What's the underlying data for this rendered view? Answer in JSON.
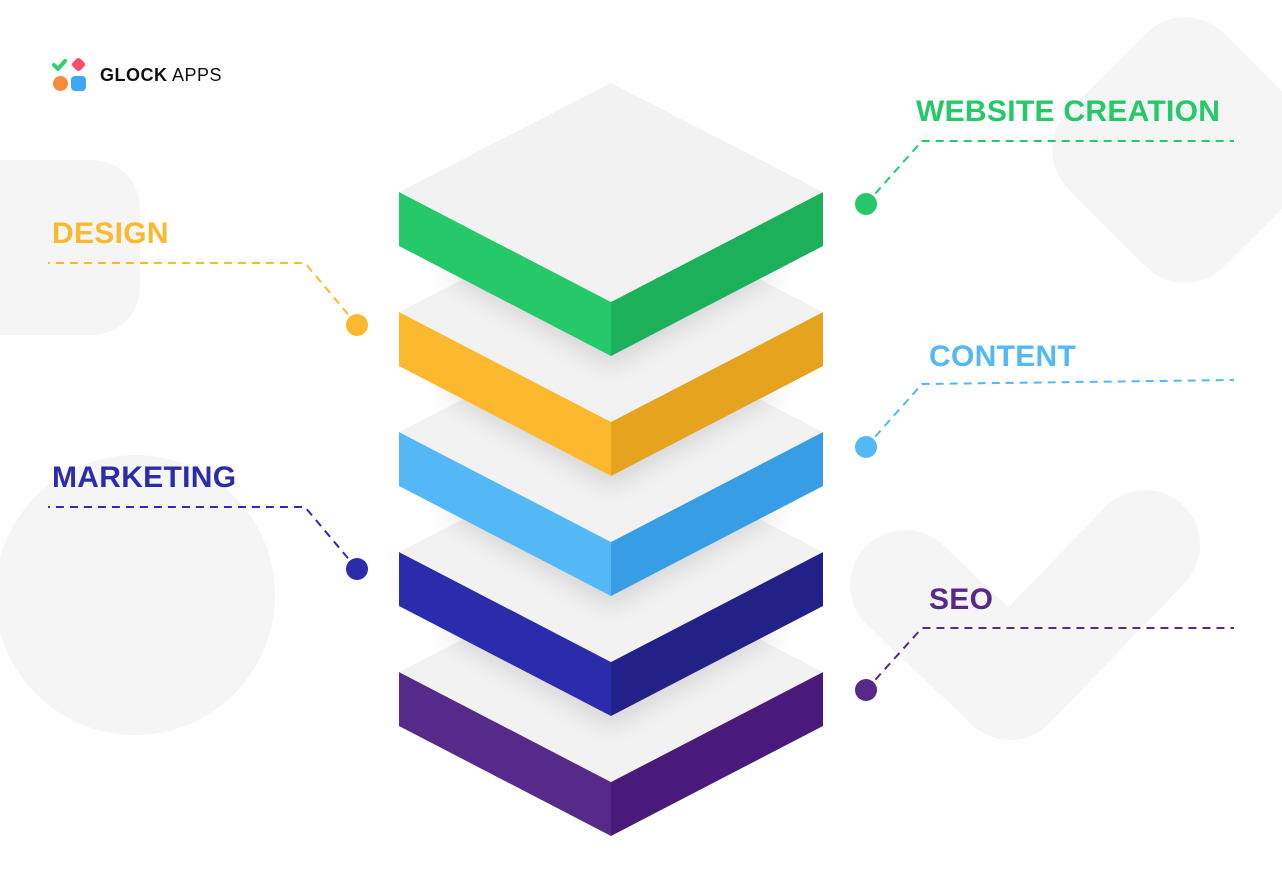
{
  "brand": {
    "name_strong": "GLOCK",
    "name_light": "APPS"
  },
  "layers": [
    {
      "id": "website-creation",
      "label": "WEBSITE CREATION",
      "color": "#25c96a",
      "dark": "#1db05b",
      "side": "right"
    },
    {
      "id": "design",
      "label": "DESIGN",
      "color": "#fdb92e",
      "dark": "#e5a31e",
      "side": "left"
    },
    {
      "id": "content",
      "label": "CONTENT",
      "color": "#54b8f7",
      "dark": "#379ee6",
      "side": "right"
    },
    {
      "id": "marketing",
      "label": "MARKETING",
      "color": "#2b2cab",
      "dark": "#222188",
      "side": "left"
    },
    {
      "id": "seo",
      "label": "SEO",
      "color": "#562a89",
      "dark": "#4a1a7a",
      "side": "right"
    }
  ],
  "colors": {
    "top_face": "#f2f2f2",
    "background_shape": "#f5f5f5"
  }
}
